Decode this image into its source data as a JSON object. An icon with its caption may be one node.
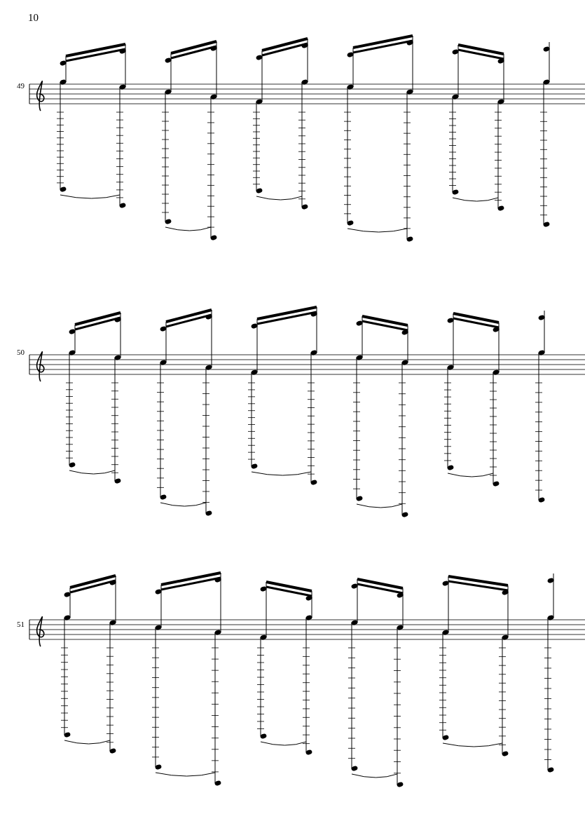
{
  "diagram": {
    "labels": [
      "10",
      "49",
      "50",
      "51"
    ]
  }
}
